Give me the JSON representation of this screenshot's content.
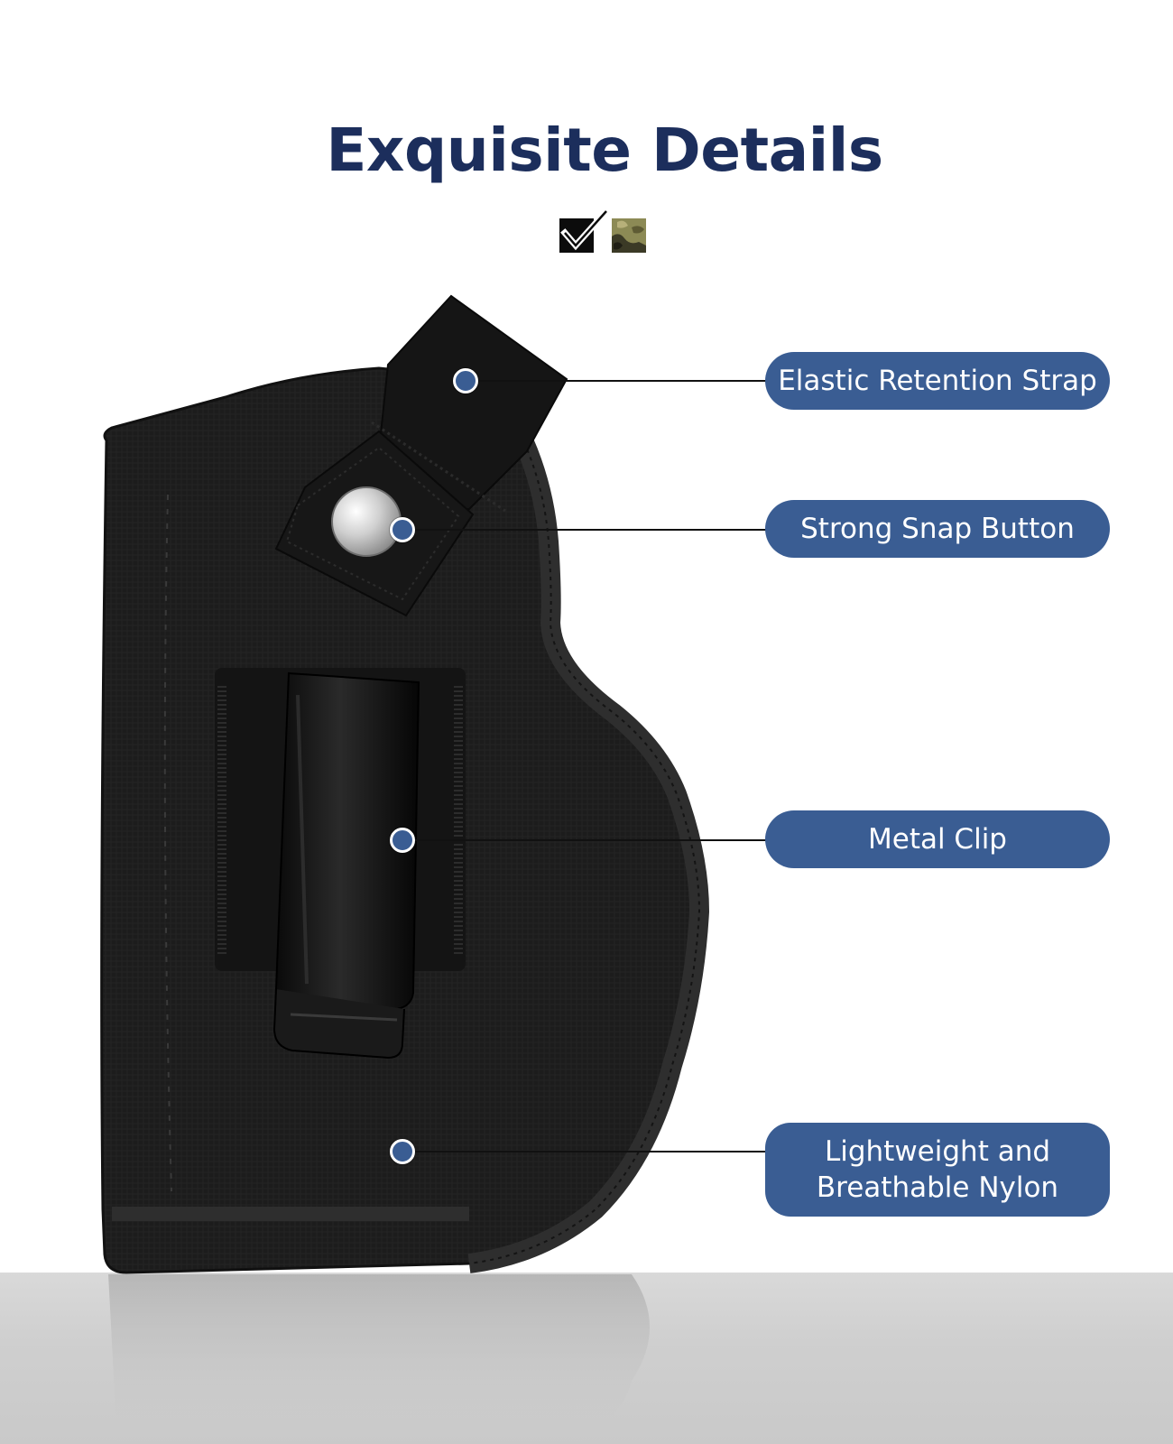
{
  "header": {
    "title": "Exquisite Details"
  },
  "colors": {
    "title": "#1c2e5c",
    "label_background": "#3a5d93",
    "label_text": "#ffffff",
    "holster": "#1b1b1b",
    "swatch_black": "#0c0c0c"
  },
  "color_options": [
    {
      "name": "black",
      "selected": true,
      "icon": "checkmark-icon"
    },
    {
      "name": "camo",
      "selected": false
    }
  ],
  "callouts": [
    {
      "label": "Elastic Retention Strap"
    },
    {
      "label": "Strong Snap Button"
    },
    {
      "label": "Metal Clip"
    },
    {
      "label_lines": [
        "Lightweight and",
        "Breathable Nylon"
      ]
    }
  ]
}
